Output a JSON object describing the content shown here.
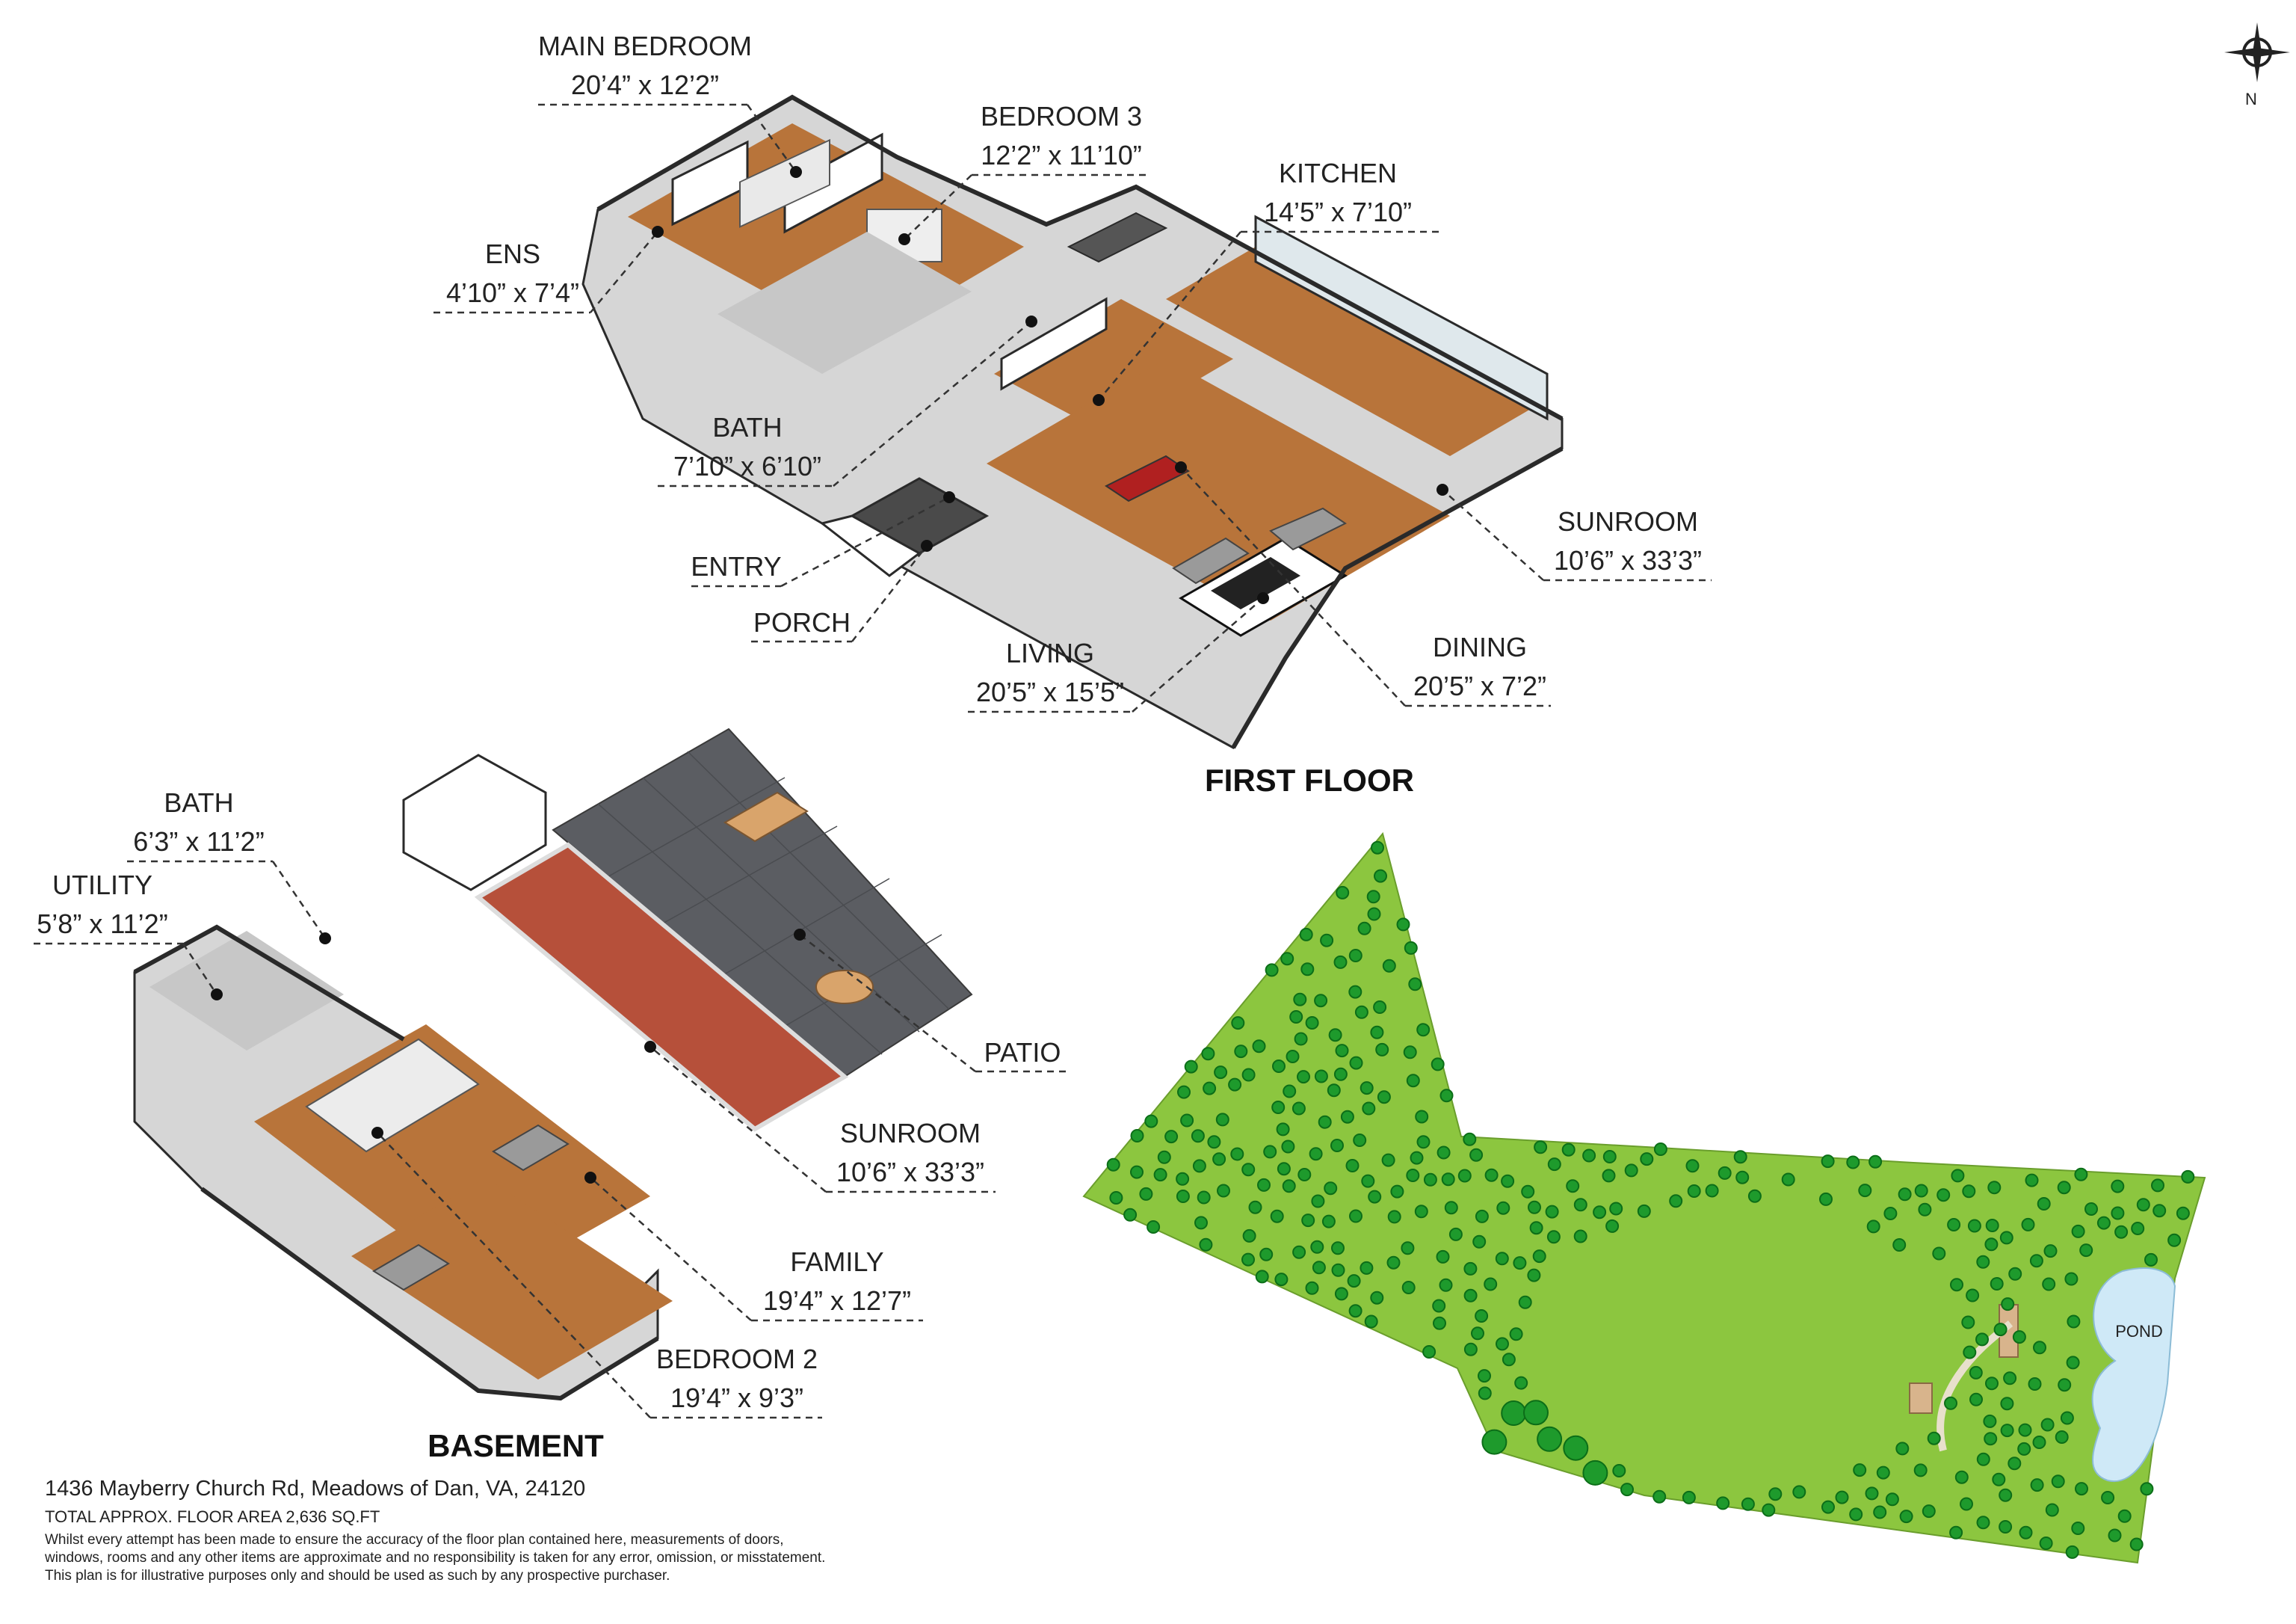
{
  "first_floor": {
    "title": "FIRST FLOOR",
    "rooms": [
      {
        "name": "MAIN BEDROOM",
        "dim": "20’4” x 12’2”"
      },
      {
        "name": "BEDROOM 3",
        "dim": "12’2” x 11’10”"
      },
      {
        "name": "KITCHEN",
        "dim": "14’5” x 7’10”"
      },
      {
        "name": "ENS",
        "dim": "4’10” x 7’4”"
      },
      {
        "name": "BATH",
        "dim": "7’10” x 6’10”"
      },
      {
        "name": "ENTRY",
        "dim": ""
      },
      {
        "name": "PORCH",
        "dim": ""
      },
      {
        "name": "LIVING",
        "dim": "20’5” x 15’5”"
      },
      {
        "name": "SUNROOM",
        "dim": "10’6” x 33’3”"
      },
      {
        "name": "DINING",
        "dim": "20’5” x 7’2”"
      }
    ]
  },
  "basement": {
    "title": "BASEMENT",
    "rooms": [
      {
        "name": "BATH",
        "dim": "6’3” x 11’2”"
      },
      {
        "name": "UTILITY",
        "dim": "5’8” x 11’2”"
      },
      {
        "name": "PATIO",
        "dim": ""
      },
      {
        "name": "SUNROOM",
        "dim": "10’6” x 33’3”"
      },
      {
        "name": "FAMILY",
        "dim": "19’4” x 12’7”"
      },
      {
        "name": "BEDROOM 2",
        "dim": "19’4” x 9’3”"
      }
    ]
  },
  "site_plan": {
    "pond_label": "POND",
    "colors": {
      "grass": "#8cc63f",
      "trees": "#1e9a2c",
      "pond": "#cfe9f7"
    }
  },
  "compass": {
    "label": "N"
  },
  "footer": {
    "address": "1436 Mayberry Church Rd, Meadows of Dan, VA, 24120",
    "total_area": "TOTAL APPROX. FLOOR AREA 2,636 SQ.FT",
    "disclaimer_1": "Whilst every attempt has been made to ensure the accuracy of the floor plan contained here, measurements of doors,",
    "disclaimer_2": "windows, rooms and any other items are approximate and no responsibility is taken for any error, omission, or misstatement.",
    "disclaimer_3": "This plan is for illustrative purposes only and should be used as such by any prospective purchaser."
  }
}
